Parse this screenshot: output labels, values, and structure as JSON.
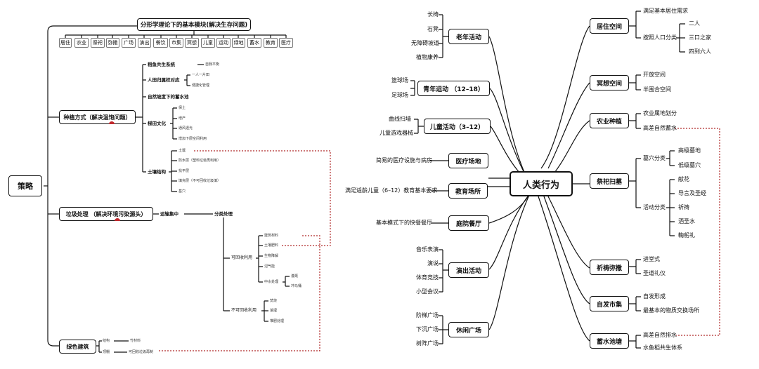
{
  "left": {
    "root": "策略",
    "top_title": "分形学理论下的基本模块(解决生存问题)",
    "modules": [
      "居住",
      "农业",
      "祭祀",
      "弥撒",
      "广场",
      "演出",
      "餐饮",
      "市集",
      "冥想",
      "儿童",
      "运动",
      "绿地",
      "蓄水",
      "教育",
      "医疗"
    ],
    "planting": {
      "title": "种植方式（解决温饱问题）",
      "items": [
        {
          "label": "稻鱼共生系统",
          "subs": [
            "自我平衡"
          ]
        },
        {
          "label": "人田归属权对应",
          "subs": [
            "一人一片田",
            "便捷化管理"
          ]
        },
        {
          "label": "自然坡度下的蓄水池",
          "subs": []
        },
        {
          "label": "梯田文化",
          "subs": [
            "保土",
            "增产",
            "通风透光",
            "增加下层空间利用"
          ]
        },
        {
          "label": "土壤结构",
          "subs": [
            "土壤",
            "防水层（塑料垃圾再利用）",
            "找平层",
            "填充层（不可回收垃圾填）",
            "基穴"
          ]
        }
      ]
    },
    "waste": {
      "title": "垃圾处理 （解决环境污染源头）",
      "collect": "运输集中",
      "classify": "分类处理",
      "recyclable": "可回收利用",
      "recycle_items": [
        "建筑材料",
        "土壤肥料",
        "生物降解",
        "沼气能",
        "中水处理"
      ],
      "water_subs": [
        "灌溉",
        "冲马桶"
      ],
      "nonrecyclable": "不可回收利用",
      "non_items": [
        "焚烧",
        "填埋",
        "堆肥处理"
      ]
    },
    "green": {
      "title": "绿色建筑",
      "structure": "结构",
      "structure_sub": "竹材料",
      "roof": "顶棚",
      "roof_sub": "可回收垃圾再制"
    }
  },
  "right": {
    "center": "人类行为",
    "left_nodes": [
      {
        "label": "老年活动",
        "leaves": [
          "长椅",
          "石凳",
          "无障碍坡道",
          "植物康养"
        ]
      },
      {
        "label": "青年运动 （12–18）",
        "leaves": [
          "篮球场",
          "足球场"
        ]
      },
      {
        "label": "儿童活动（3–12）",
        "leaves": [
          "曲线扫墙",
          "儿童游戏器械"
        ]
      },
      {
        "label": "医疗场地",
        "leaves": [
          "简易的医疗设施与病房"
        ]
      },
      {
        "label": "教育场所",
        "leaves": [
          "满足适龄儿童（6–12）教育基本要求"
        ]
      },
      {
        "label": "庭院餐厅",
        "leaves": [
          "基本模式下的快餐餐厅"
        ]
      },
      {
        "label": "演出活动",
        "leaves": [
          "音乐表演",
          "演说",
          "体育竞技",
          "小型会议"
        ]
      },
      {
        "label": "休闲广场",
        "leaves": [
          "阶梯广场",
          "下沉广场",
          "树阵广场"
        ]
      }
    ],
    "right_nodes": [
      {
        "label": "居住空间",
        "leaves": [
          "满足基本居住需求",
          "按照人口分类"
        ],
        "subs": [
          "二人",
          "三口之家",
          "四到六人"
        ]
      },
      {
        "label": "冥想空间",
        "leaves": [
          "开放空间",
          "半围合空间"
        ]
      },
      {
        "label": "农业种植",
        "leaves": [
          "农业属地划分",
          "高差自然蓄水"
        ]
      },
      {
        "label": "祭祀扫墓",
        "leaves": [
          "墓穴分类",
          "活动分类"
        ],
        "subs_a": [
          "高级墓地",
          "低级墓穴"
        ],
        "subs_b": [
          "献花",
          "导言及圣经",
          "祈祷",
          "洒圣水",
          "鞠躬礼"
        ]
      },
      {
        "label": "祈祷弥撒",
        "leaves": [
          "进堂式",
          "圣道礼仪"
        ]
      },
      {
        "label": "自发市集",
        "leaves": [
          "自发形成",
          "最基本的物质交换场所"
        ]
      },
      {
        "label": "蓄水池塘",
        "leaves": [
          "高差自然排水",
          "水鱼稻共生体系"
        ]
      }
    ]
  },
  "colors": {
    "line": "#111111",
    "dashed": "#b02a2a",
    "mark": "#c0282d"
  }
}
